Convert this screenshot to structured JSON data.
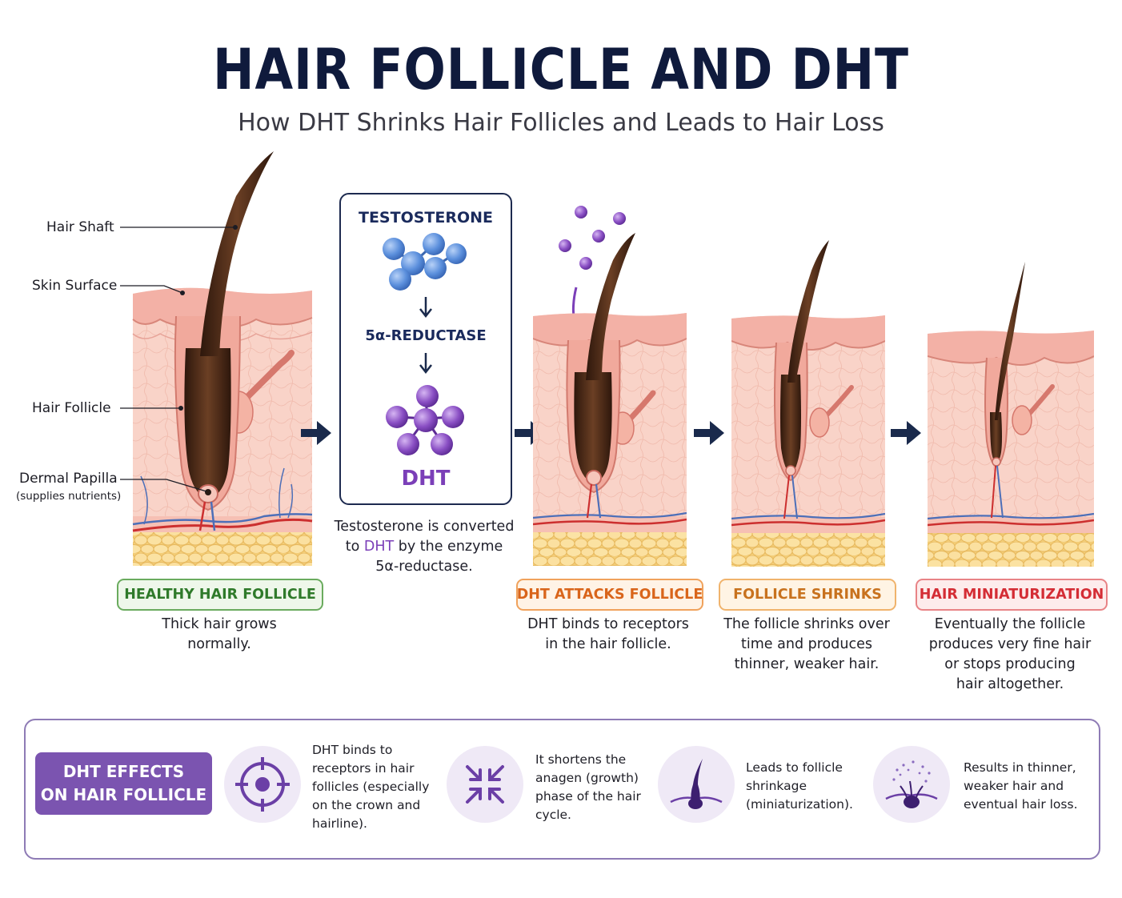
{
  "title": "HAIR FOLLICLE AND DHT",
  "subtitle": "How DHT Shrinks Hair Follicles and Leads to Hair Loss",
  "anatomy_labels": {
    "hair_shaft": "Hair Shaft",
    "skin_surface": "Skin Surface",
    "hair_follicle": "Hair Follicle",
    "dermal_papilla": "Dermal Papilla",
    "dermal_papilla_note": "(supplies nutrients)"
  },
  "conversion": {
    "testosterone": "TESTOSTERONE",
    "enzyme": "5α-REDUCTASE",
    "dht": "DHT",
    "desc_part1": "Testosterone is converted",
    "desc_part2_pre": "to ",
    "desc_part2_dht": "DHT",
    "desc_part2_post": " by the enzyme",
    "desc_part3": "5α-reductase."
  },
  "stages": [
    {
      "label": "HEALTHY HAIR FOLLICLE",
      "desc1": "Thick hair grows",
      "desc2": "normally.",
      "desc3": "",
      "desc4": "",
      "color": "#2f7a2a",
      "bg": "#eef7ea"
    },
    {
      "label": "DHT ATTACKS FOLLICLE",
      "desc1": "DHT binds to receptors",
      "desc2": "in the hair follicle.",
      "desc3": "",
      "desc4": "",
      "color": "#d9651b",
      "bg": "#fff3e6"
    },
    {
      "label": "FOLLICLE SHRINKS",
      "desc1": "The follicle shrinks over",
      "desc2": "time and produces",
      "desc3": "thinner, weaker hair.",
      "desc4": "",
      "color": "#c8721e",
      "bg": "#fff4e4"
    },
    {
      "label": "HAIR MINIATURIZATION",
      "desc1": "Eventually the follicle",
      "desc2": "produces very fine hair",
      "desc3": "or stops producing",
      "desc4": "hair altogether.",
      "color": "#d42d35",
      "bg": "#fdecec"
    }
  ],
  "effects": {
    "label_line1": "DHT EFFECTS",
    "label_line2": "ON HAIR FOLLICLE",
    "items": [
      {
        "icon": "target-icon",
        "l1": "DHT binds to",
        "l2": "receptors in hair",
        "l3": "follicles (especially",
        "l4": "on the crown and",
        "l5": "hairline)."
      },
      {
        "icon": "shrink-arrows-icon",
        "l1": "It shortens the",
        "l2": "anagen (growth)",
        "l3": "phase of the hair",
        "l4": "cycle.",
        "l5": ""
      },
      {
        "icon": "follicle-icon",
        "l1": "Leads to follicle",
        "l2": "shrinkage",
        "l3": "(miniaturization).",
        "l4": "",
        "l5": ""
      },
      {
        "icon": "thinning-follicle-icon",
        "l1": "Results in thinner,",
        "l2": "weaker hair and",
        "l3": "eventual hair loss.",
        "l4": "",
        "l5": ""
      }
    ]
  },
  "colors": {
    "navy": "#0f1a3c",
    "purple": "#7b54b0",
    "testosterone_blue": "#5b8fdc",
    "dht_purple": "#8a4fc4",
    "skin": "#f6c7bd",
    "fat": "#f7d88c",
    "hair": "#4a2a1a"
  }
}
